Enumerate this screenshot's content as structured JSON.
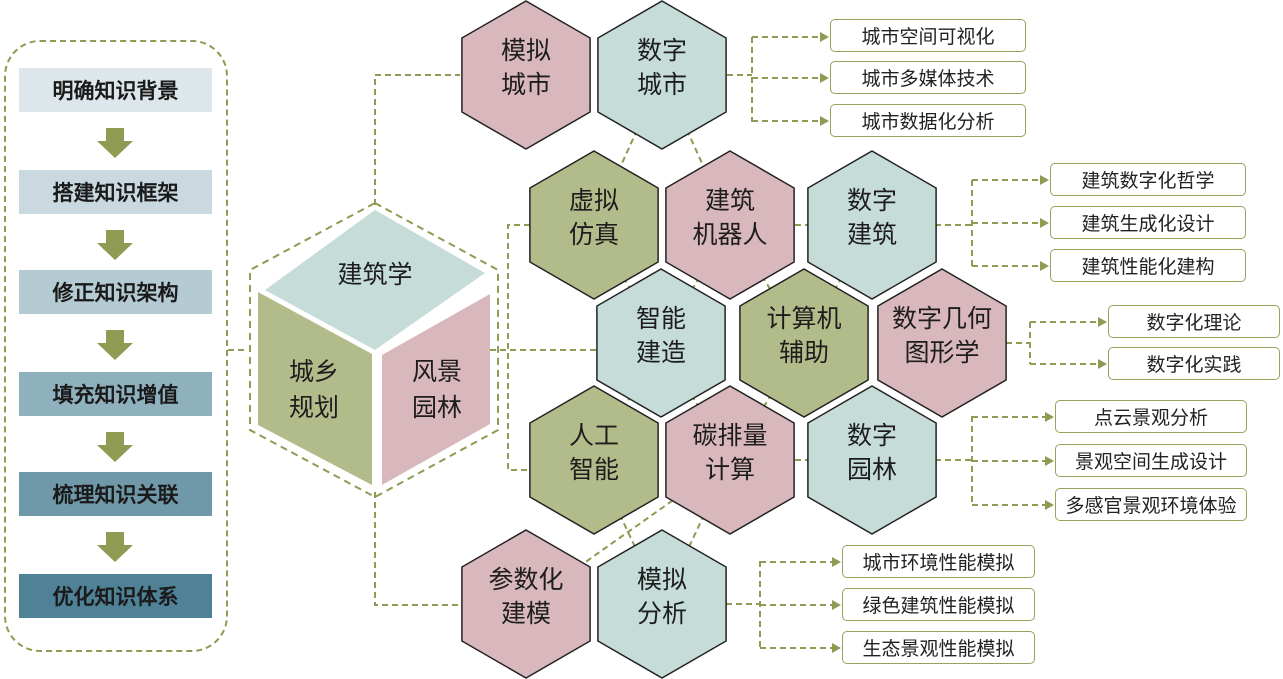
{
  "steps": [
    {
      "label": "明确知识背景",
      "color": "#dde6ea"
    },
    {
      "label": "搭建知识框架",
      "color": "#c9d9df"
    },
    {
      "label": "修正知识架构",
      "color": "#b5cbd4"
    },
    {
      "label": "填充知识增值",
      "color": "#8fb0bd"
    },
    {
      "label": "梳理知识关联",
      "color": "#6f98a9"
    },
    {
      "label": "优化知识体系",
      "color": "#4f8197"
    }
  ],
  "cube": {
    "top": "建筑学",
    "left": [
      "城乡",
      "规划"
    ],
    "right": [
      "风景",
      "园林"
    ]
  },
  "hexagons": {
    "moni_chengshi": [
      "模拟",
      "城市"
    ],
    "shuzi_chengshi": [
      "数字",
      "城市"
    ],
    "xuni_fangzhen": [
      "虚拟",
      "仿真"
    ],
    "jianzhu_jiqiren": [
      "建筑",
      "机器人"
    ],
    "shuzi_jianzhu": [
      "数字",
      "建筑"
    ],
    "zhineng_jianzao": [
      "智能",
      "建造"
    ],
    "jisuanji_fuzhu": [
      "计算机",
      "辅助"
    ],
    "shuzi_jihe": [
      "数字几何",
      "图形学"
    ],
    "rengong_zhineng": [
      "人工",
      "智能"
    ],
    "tanpailiang": [
      "碳排量",
      "计算"
    ],
    "shuzi_yuanlin": [
      "数字",
      "园林"
    ],
    "canshuhua_jianmo": [
      "参数化",
      "建模"
    ],
    "moni_fenxi": [
      "模拟",
      "分析"
    ]
  },
  "boxes": {
    "city": [
      "城市空间可视化",
      "城市多媒体技术",
      "城市数据化分析"
    ],
    "architecture": [
      "建筑数字化哲学",
      "建筑生成化设计",
      "建筑性能化建构"
    ],
    "geometry": [
      "数字化理论",
      "数字化实践"
    ],
    "landscape": [
      "点云景观分析",
      "景观空间生成设计",
      "多感官景观环境体验"
    ],
    "simulation": [
      "城市环境性能模拟",
      "绿色建筑性能模拟",
      "生态景观性能模拟"
    ]
  },
  "colors": {
    "pink": "#d8b7bd",
    "teal": "#c6dcd9",
    "green": "#b2bc8a",
    "hex_stroke": "#222222",
    "dashed_line": "#8f9a52",
    "box_border": "#98a25a"
  }
}
